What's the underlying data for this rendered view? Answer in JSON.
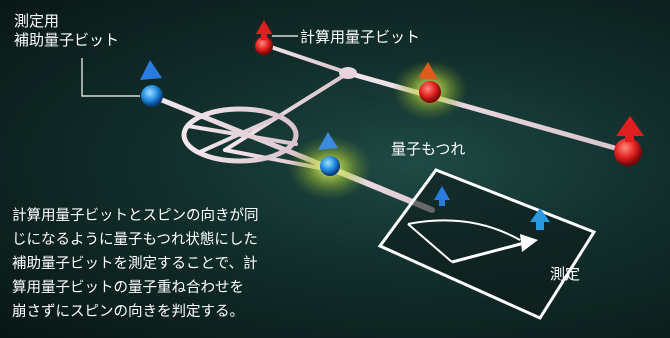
{
  "labels": {
    "ancilla_line1": "測定用",
    "ancilla_line2": "補助量子ビット",
    "compute_qubit": "計算用量子ビット",
    "entanglement": "量子もつれ",
    "measurement": "測定"
  },
  "caption": {
    "lines": [
      "計算用量子ビットとスピンの向きが同",
      "じになるように量子もつれ状態にした",
      "補助量子ビットを測定することで、計",
      "算用量子ビットの量子重ね合わせを",
      "崩さずにスピンの向きを判定する。"
    ]
  },
  "colors": {
    "background": "#0a1a1a",
    "compute_qubit": "#e02020",
    "ancilla_qubit": "#2a7be0",
    "entanglement_glow": "#c8e040",
    "track": "#e8d4dc"
  }
}
